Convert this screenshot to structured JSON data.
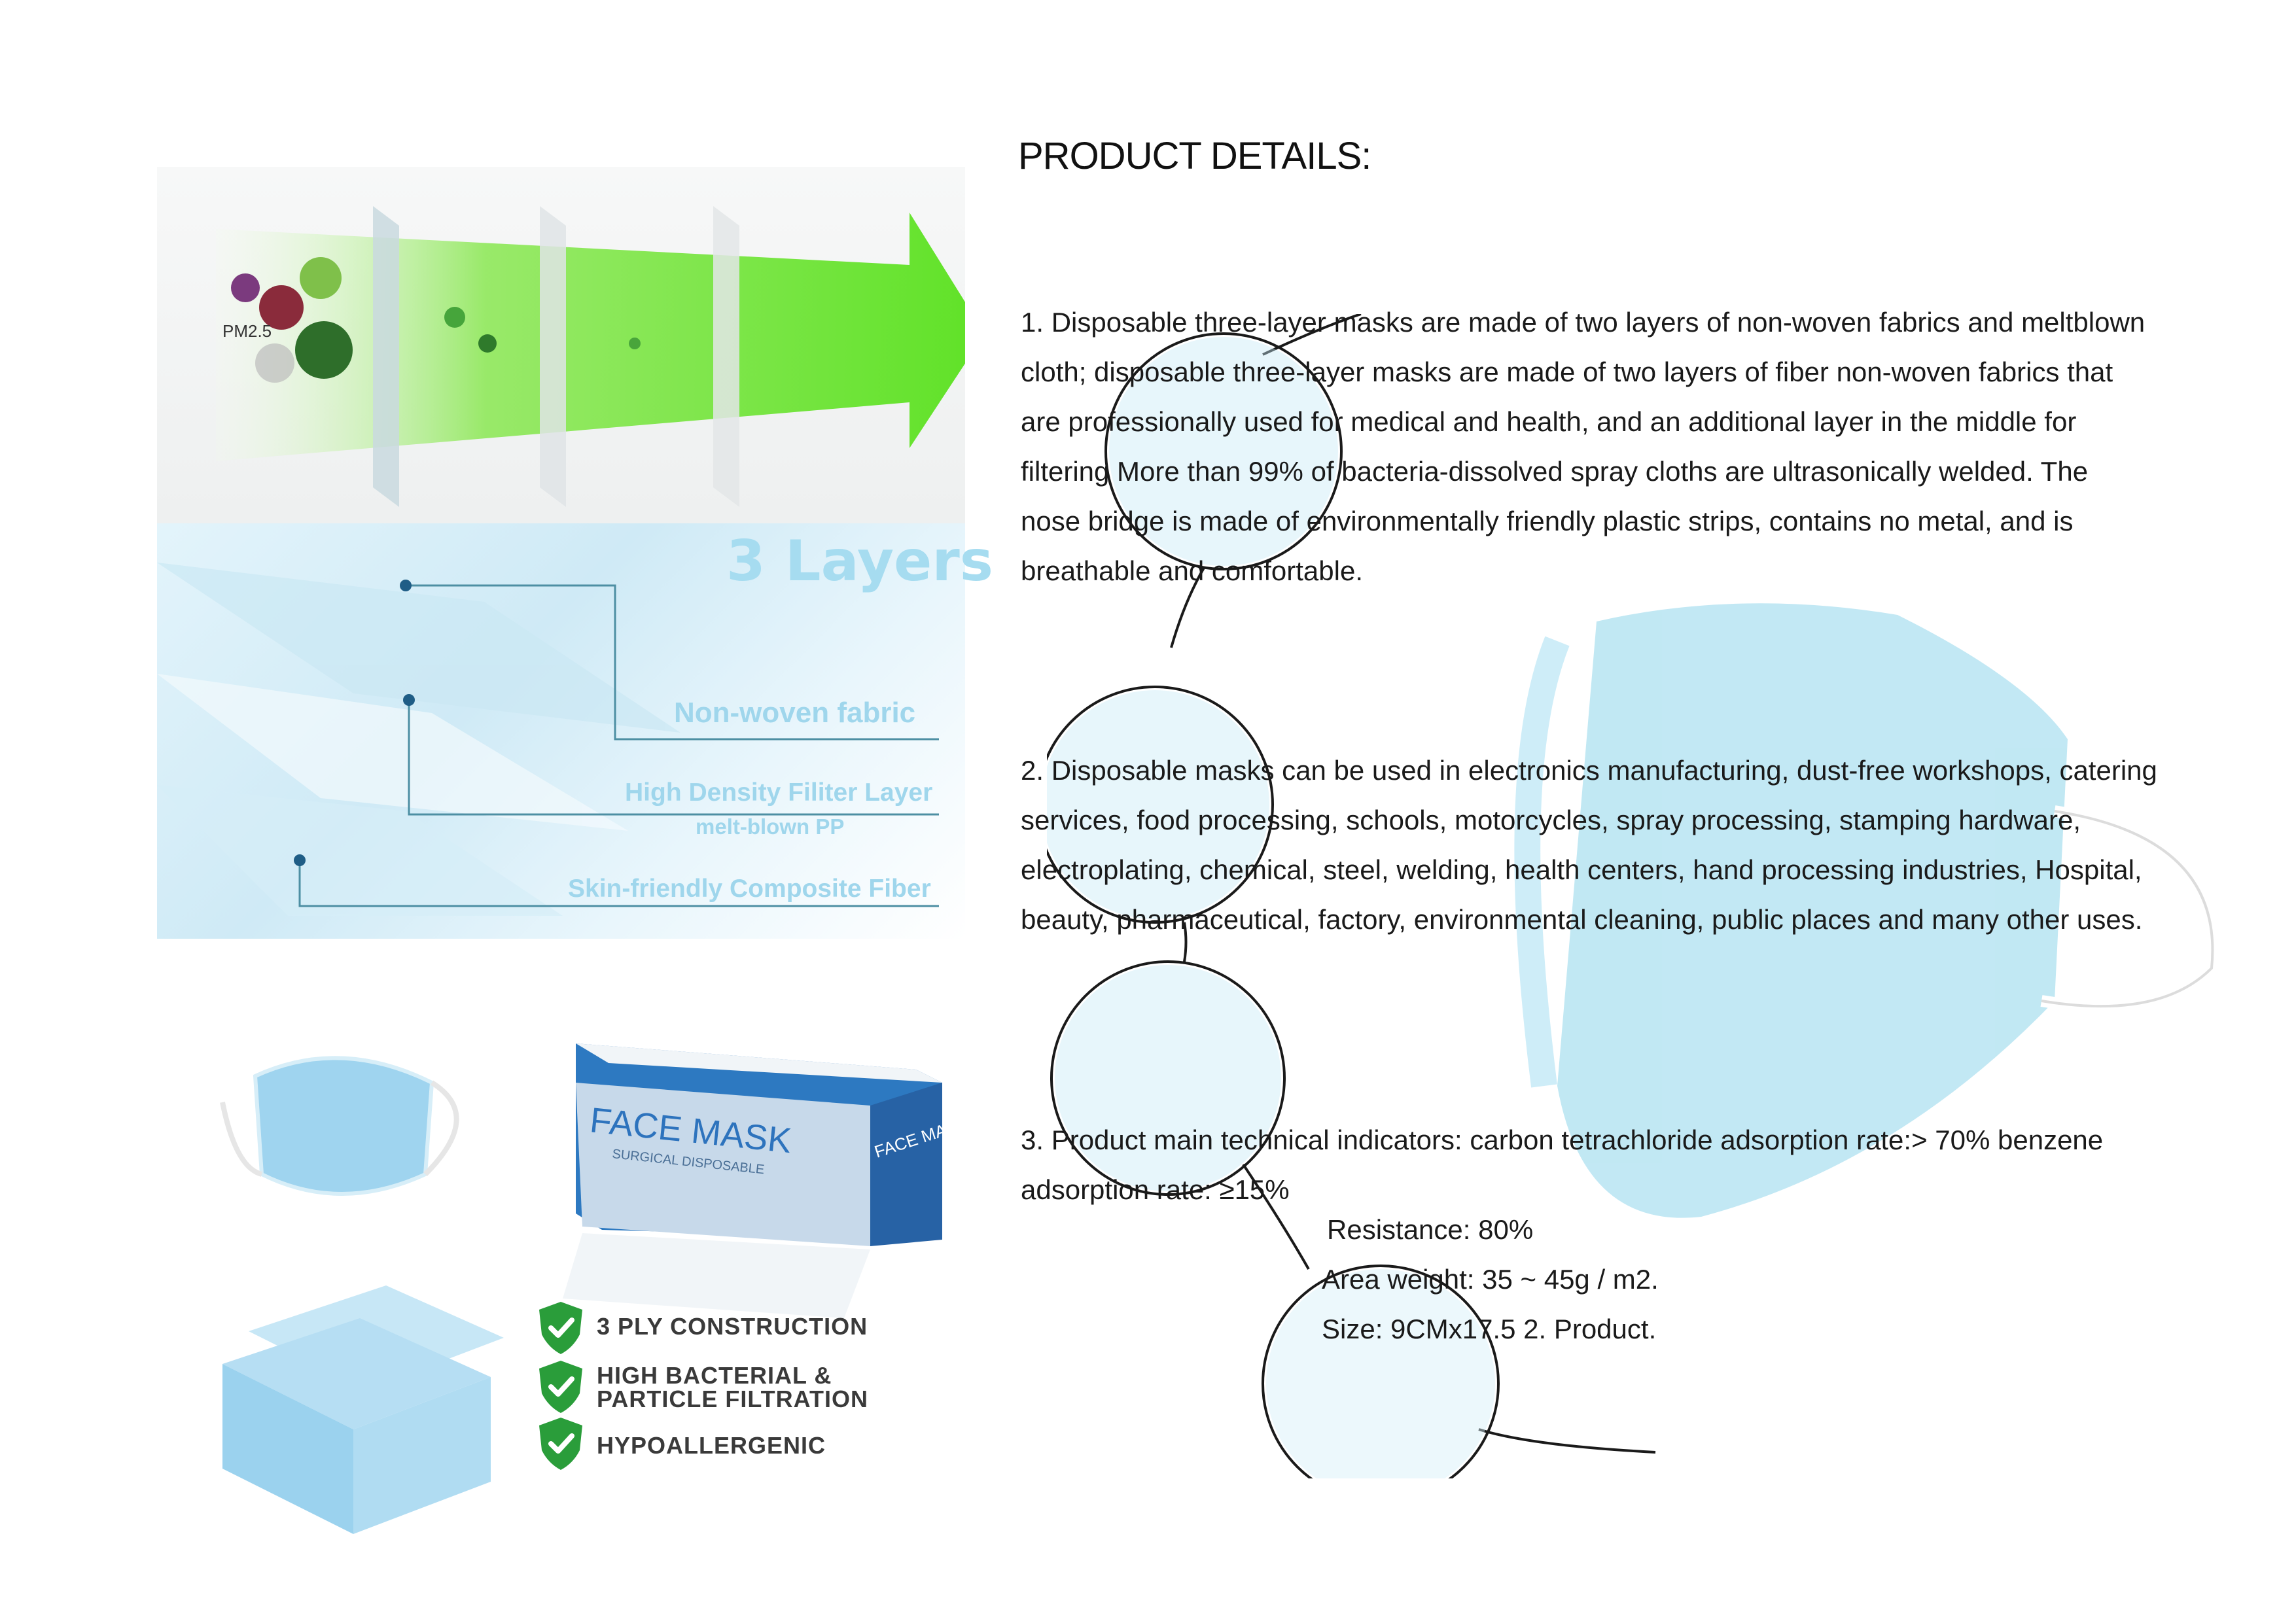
{
  "left_panel": {
    "pm_label": "PM2.5",
    "layers_title": "3 Layers",
    "layer_labels": {
      "nonwoven": "Non-woven fabric",
      "density": "High Density Filiter Layer",
      "meltblown": "melt-blown PP",
      "skin": "Skin-friendly Composite Fiber"
    },
    "box_text": {
      "brand": "FACE MASK",
      "subtitle": "SURGICAL DISPOSABLE",
      "side": "FACE MASK"
    },
    "features": [
      {
        "text": "3 PLY CONSTRUCTION",
        "icon": "check-shield-icon"
      },
      {
        "text": "HIGH BACTERIAL &\nPARTICLE FILTRATION",
        "icon": "check-shield-icon"
      },
      {
        "text": "HYPOALLERGENIC",
        "icon": "check-shield-icon"
      }
    ]
  },
  "right_panel": {
    "heading": "PRODUCT DETAILS:",
    "paragraphs": [
      "1. Disposable three-layer masks are made of two layers of non-woven fabrics and meltblown\ncloth; disposable three-layer masks are made of two layers of fiber non-woven fabrics that\nare professionally used for medical and health, and an additional layer in the middle for\nfiltering More than 99% of bacteria-dissolved spray cloths are ultrasonically welded. The\nnose bridge is made of environmentally friendly plastic strips, contains no metal, and is\nbreathable and comfortable.",
      "2. Disposable masks can be used in electronics manufacturing, dust-free workshops, catering\n services, food processing, schools, motorcycles, spray processing, stamping hardware,\nelectroplating, chemical, steel, welding, health centers, hand processing industries, Hospital,\nbeauty, pharmaceutical, factory, environmental cleaning, public places and many other uses.",
      "3. Product main technical indicators: carbon tetrachloride adsorption rate:> 70% benzene\nadsorption rate: ≥15%"
    ],
    "specs": [
      "Resistance: 80%",
      "Area weight: 35 ~ 45g / m2.",
      "Size: 9CMx17.5 2. Product."
    ]
  },
  "colors": {
    "arrow_green": "#5fe020",
    "mask_blue": "#a9dff0",
    "label_blue": "#9fd6ec",
    "shield_green": "#2a9d3a",
    "layer_line": "#4d8fa3"
  }
}
